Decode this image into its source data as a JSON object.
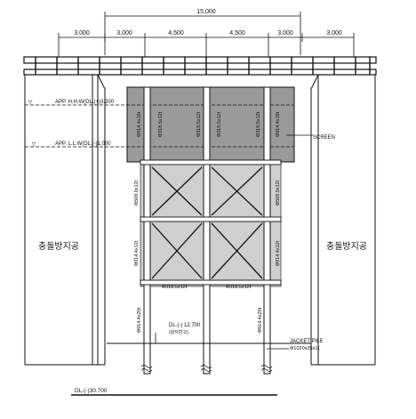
{
  "dimensions": {
    "overall": "15,000",
    "spans": [
      "3,000",
      "3,000",
      "4,500",
      "4,500",
      "3,000",
      "3,000"
    ]
  },
  "levels": {
    "hhw": "APP. H.H.W(DL.(+)3.200",
    "llw": "APP. L.L.W(DL.(-)1.000",
    "seabed": "DL.(-) 12.700",
    "seabed_note": "(원지반고)",
    "pile_tip": "DL.(-)30.700"
  },
  "labels": {
    "collision_left": "충돌방지공",
    "collision_right": "충돌방지공",
    "screen": "SCREEN",
    "jacket_pile": "JACKET PILE",
    "jacket_pile_spec": "Φ1020x25x11"
  },
  "member_labels": {
    "upper_left": "Φ914.4x18t",
    "upper_right": "Φ914.4x18t",
    "diag_left_1": "Φ318.5x12t",
    "diag_left_2": "Φ318.5x12t",
    "diag_center_1": "Φ318.5x12t",
    "diag_center_2": "Φ318.5x12t",
    "diag_right_1": "Φ318.5x12t",
    "diag_right_2": "Φ318.5x12t",
    "brace_left": "Φ508.0x12t",
    "brace_right": "Φ508.0x12t",
    "lower_left": "Φ914.4x12t",
    "lower_right": "Φ914.4x12t",
    "pile_left": "Φ914.4x20t",
    "pile_right": "Φ914.4x20t"
  },
  "colors": {
    "line": "#111111",
    "cap_fill": "#9a9a9a",
    "jacket_fill": "#cfcfcf",
    "background": "#ffffff"
  }
}
